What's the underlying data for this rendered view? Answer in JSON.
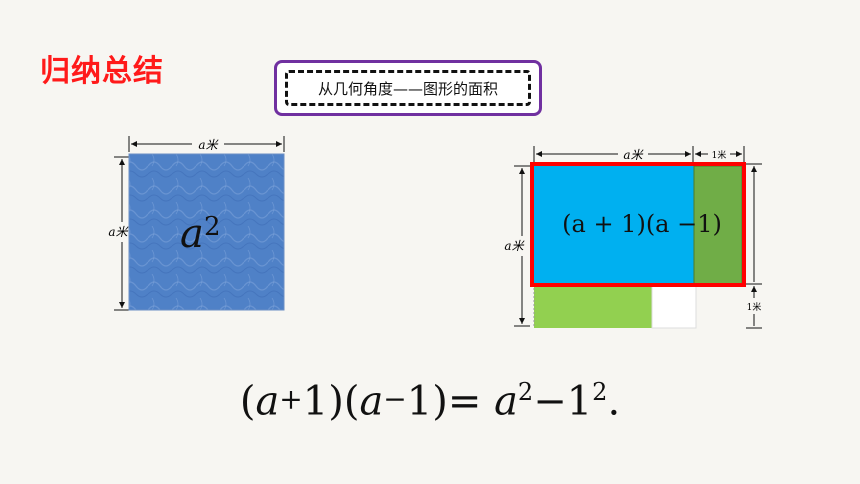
{
  "title": "归纳总结",
  "subtitle": "从几何角度——图形的面积",
  "left_figure": {
    "top_label": "a米",
    "side_label": "a米",
    "area_base": "a",
    "area_exp": "2"
  },
  "right_figure": {
    "top_label": "a米",
    "top_right_label": "1米",
    "side_label": "a米",
    "side_bottom_label": "1米",
    "area_expression": "(a + 1)(a −1)"
  },
  "formula": {
    "lhs_open1": "(",
    "lhs_a1": "a",
    "lhs_plus": "+",
    "lhs_one1": "1",
    "lhs_close1": ")(",
    "lhs_a2": "a",
    "lhs_minus": "−",
    "lhs_one2": "1",
    "lhs_close2": ")",
    "equals": "=",
    "rhs_a": "a",
    "rhs_a_exp": "2",
    "rhs_minus": "−",
    "rhs_one": "1",
    "rhs_one_exp": "2",
    "rhs_end": "."
  },
  "colors": {
    "title": "#ff1a1a",
    "subtitle_border": "#7030a0",
    "square_fill": "#4f81c7",
    "cyan_fill": "#00b0f0",
    "dark_green": "#70ad47",
    "light_green": "#92d050",
    "red_outline": "#ff0000"
  }
}
